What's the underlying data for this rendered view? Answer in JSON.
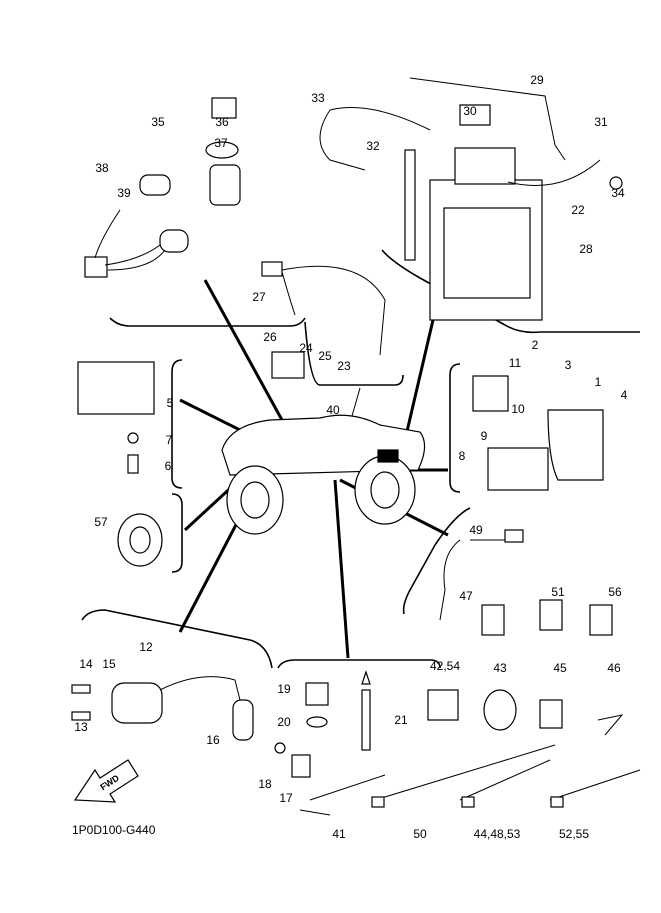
{
  "diagram": {
    "drawing_code": "1P0D100-G440",
    "fwd_arrow_text": "FWD",
    "part_labels": [
      "29",
      "30",
      "31",
      "33",
      "32",
      "36",
      "35",
      "37",
      "38",
      "39",
      "34",
      "22",
      "28",
      "27",
      "26",
      "24",
      "25",
      "23",
      "11",
      "2",
      "3",
      "1",
      "4",
      "10",
      "9",
      "8",
      "40",
      "5",
      "7",
      "6",
      "57",
      "49",
      "47",
      "51",
      "56",
      "12",
      "14",
      "15",
      "13",
      "16",
      "19",
      "20",
      "21",
      "18",
      "17",
      "42,54",
      "43",
      "45",
      "46",
      "41",
      "50",
      "44,48,53",
      "52,55"
    ]
  }
}
